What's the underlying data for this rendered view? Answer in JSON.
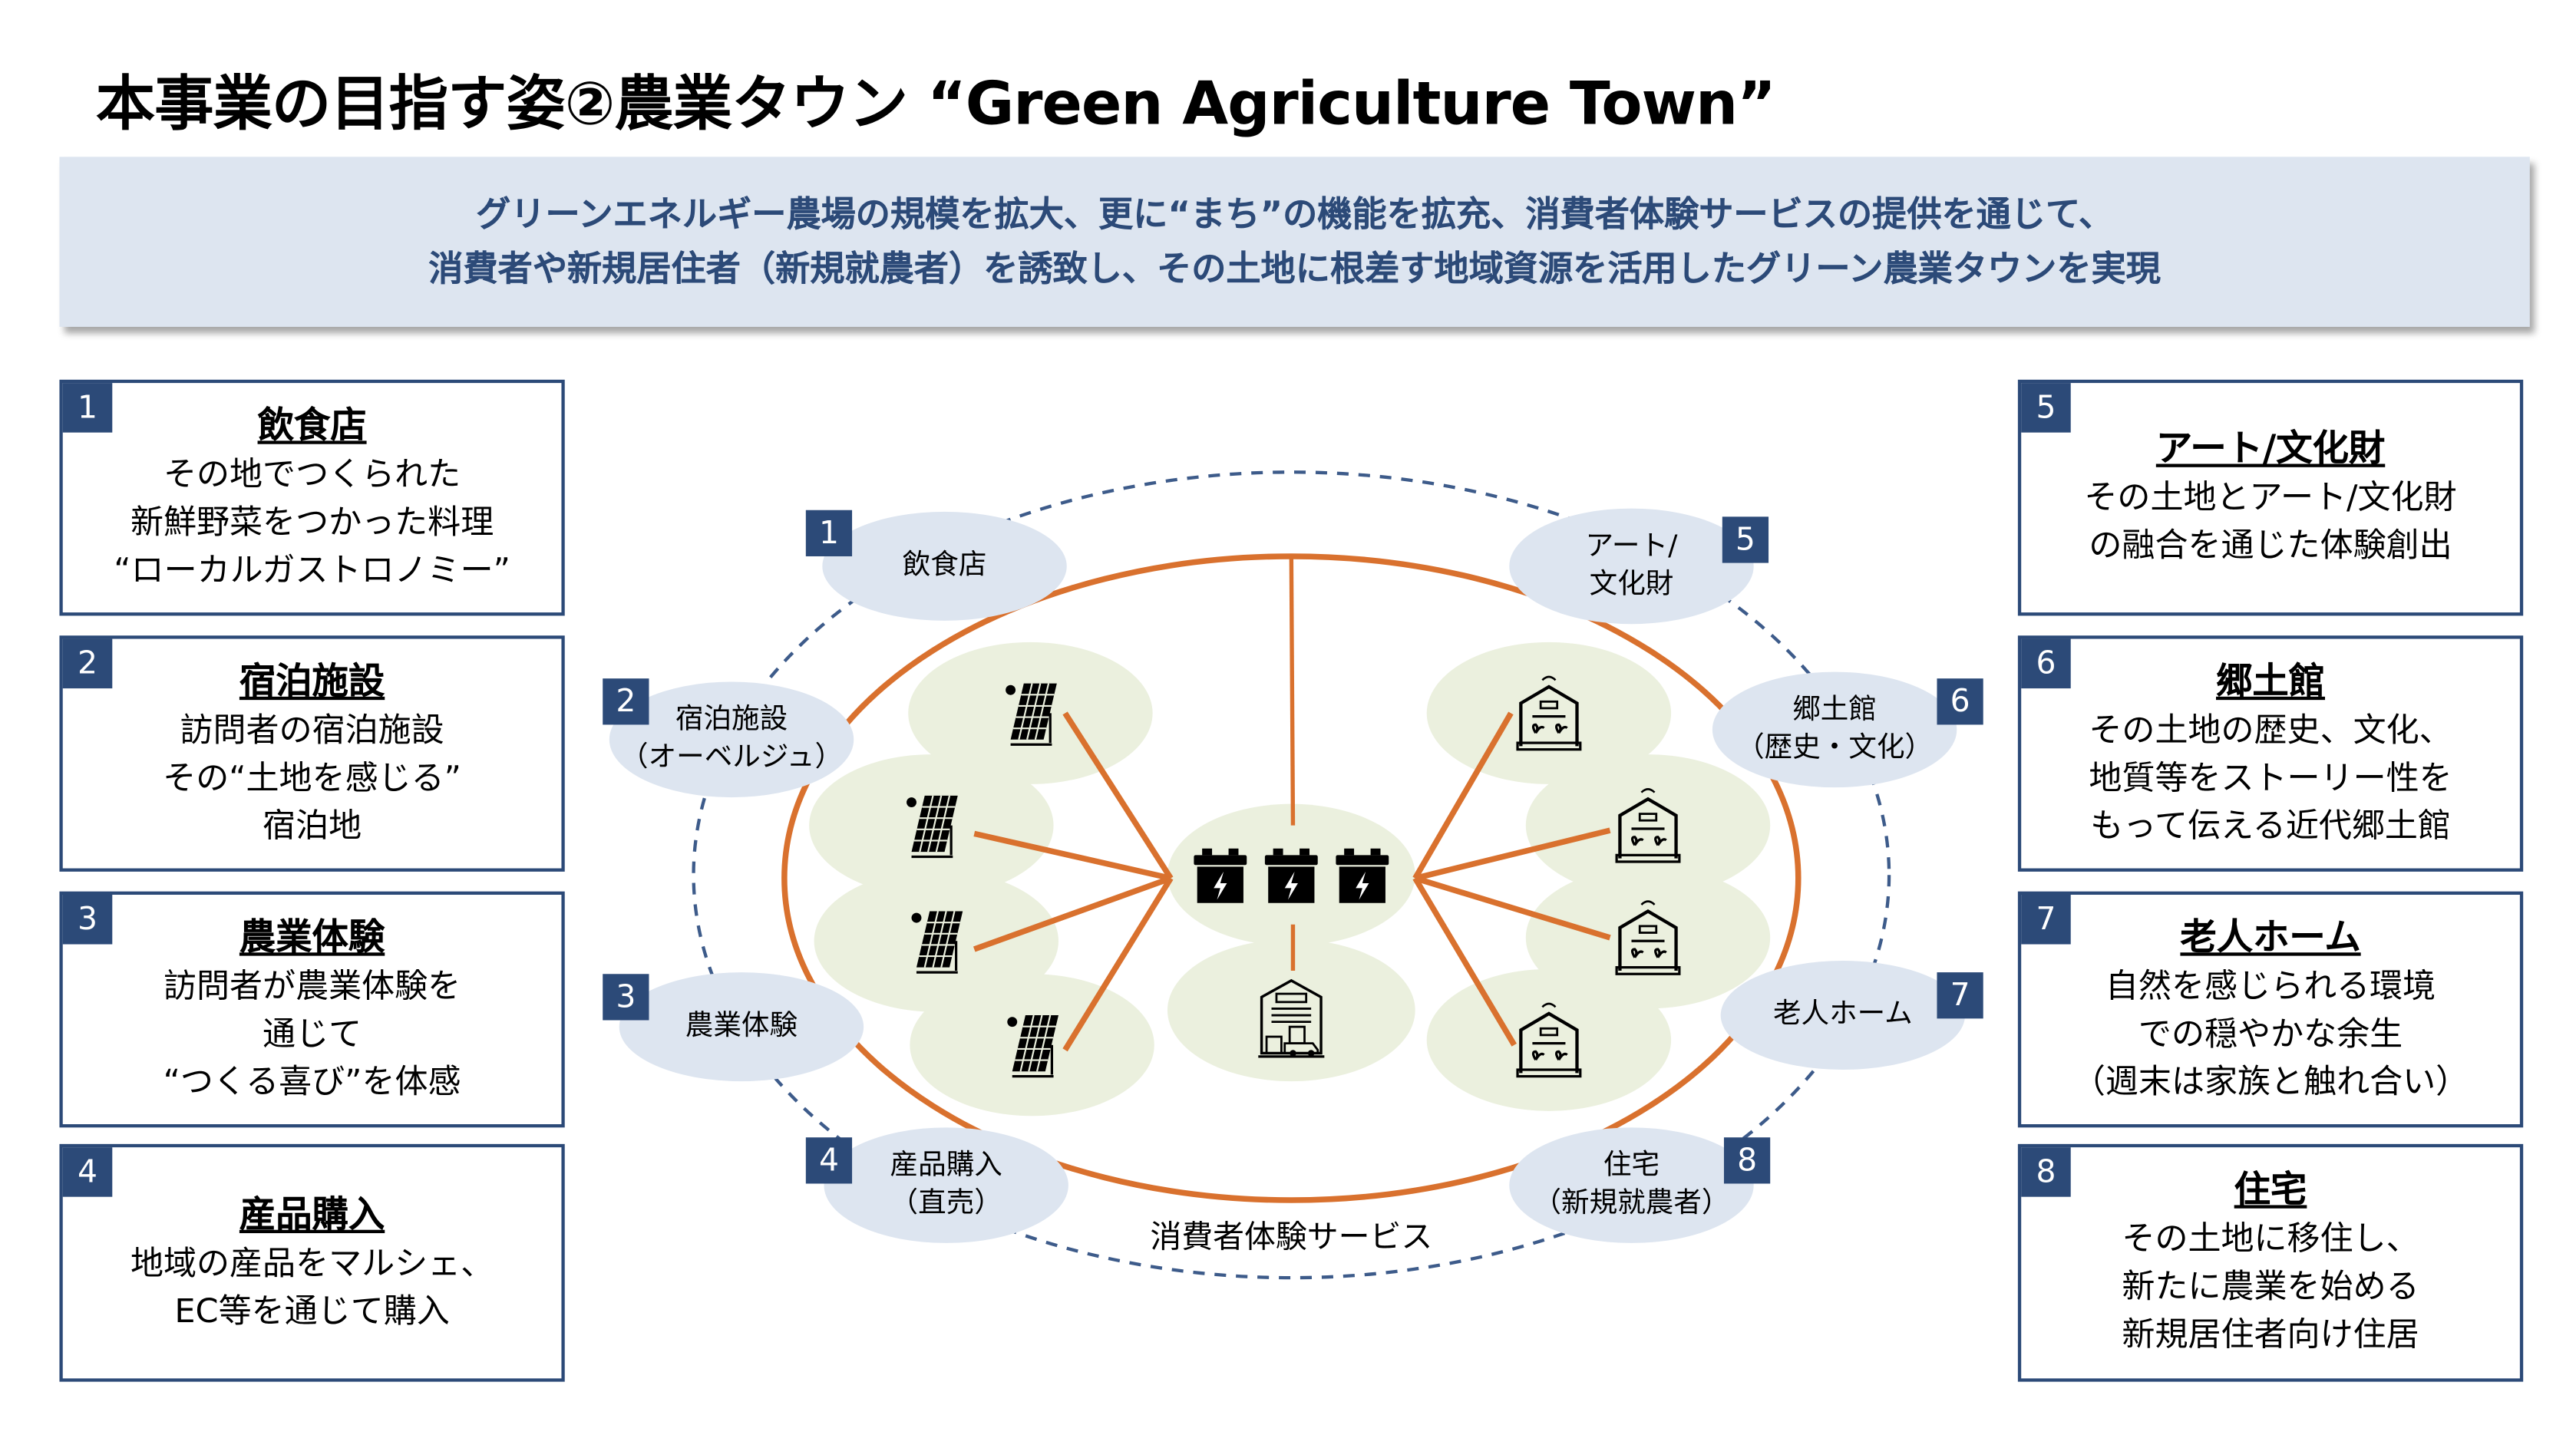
{
  "title": "本事業の目指す姿②農業タウン “Green Agriculture Town”",
  "banner": {
    "line1": "グリーンエネルギー農場の規模を拡大、更に“まち”の機能を拡充、消費者体験サービスの提供を通じて、",
    "line2": "消費者や新規居住者（新規就農者）を誘致し、その土地に根差す地域資源を活用したグリーン農業タウンを実現"
  },
  "cards": [
    {
      "num": "1",
      "heading": "飲食店",
      "lines": [
        "その地でつくられた",
        "新鮮野菜をつかった料理",
        "“ローカルガストロノミー”"
      ]
    },
    {
      "num": "2",
      "heading": "宿泊施設",
      "lines": [
        "訪問者の宿泊施設",
        "その“土地を感じる”",
        "宿泊地"
      ]
    },
    {
      "num": "3",
      "heading": "農業体験",
      "lines": [
        "訪問者が農業体験を",
        "通じて",
        "“つくる喜び”を体感"
      ]
    },
    {
      "num": "4",
      "heading": "産品購入",
      "lines": [
        "地域の産品をマルシェ、",
        "EC等を通じて購入"
      ]
    },
    {
      "num": "5",
      "heading": "アート/文化財",
      "lines": [
        "その土地とアート/文化財",
        "の融合を通じた体験創出"
      ]
    },
    {
      "num": "6",
      "heading": "郷土館",
      "lines": [
        "その土地の歴史、文化、",
        "地質等をストーリー性を",
        "もって伝える近代郷土館"
      ]
    },
    {
      "num": "7",
      "heading": "老人ホーム",
      "lines": [
        "自然を感じられる環境",
        "での穏やかな余生",
        "（週末は家族と触れ合い）"
      ]
    },
    {
      "num": "8",
      "heading": "住宅",
      "lines": [
        "その土地に移住し、",
        "新たに農業を始める",
        "新規居住者向け住居"
      ]
    }
  ],
  "diagram": {
    "nodes": [
      {
        "num": "1",
        "lines": [
          "飲食店"
        ]
      },
      {
        "num": "2",
        "lines": [
          "宿泊施設",
          "（オーベルジュ）"
        ]
      },
      {
        "num": "3",
        "lines": [
          "農業体験"
        ]
      },
      {
        "num": "4",
        "lines": [
          "産品購入",
          "（直売）"
        ]
      },
      {
        "num": "5",
        "lines": [
          "アート/",
          "文化財"
        ]
      },
      {
        "num": "6",
        "lines": [
          "郷土館",
          "（歴史・文化）"
        ]
      },
      {
        "num": "7",
        "lines": [
          "老人ホーム"
        ]
      },
      {
        "num": "8",
        "lines": [
          "住宅",
          "（新規就農者）"
        ]
      }
    ],
    "ring_label": "消費者体験サービス",
    "icons": {
      "center": "battery-icon",
      "left": "solar-panel-icon",
      "right": "greenhouse-icon",
      "bottom": "warehouse-icon"
    }
  },
  "colors": {
    "navy": "#2c4a78",
    "banner_bg": "#dde5f0",
    "orange": "#d9712e",
    "green": "#ebf0de",
    "dash": "#3d5b8a"
  }
}
